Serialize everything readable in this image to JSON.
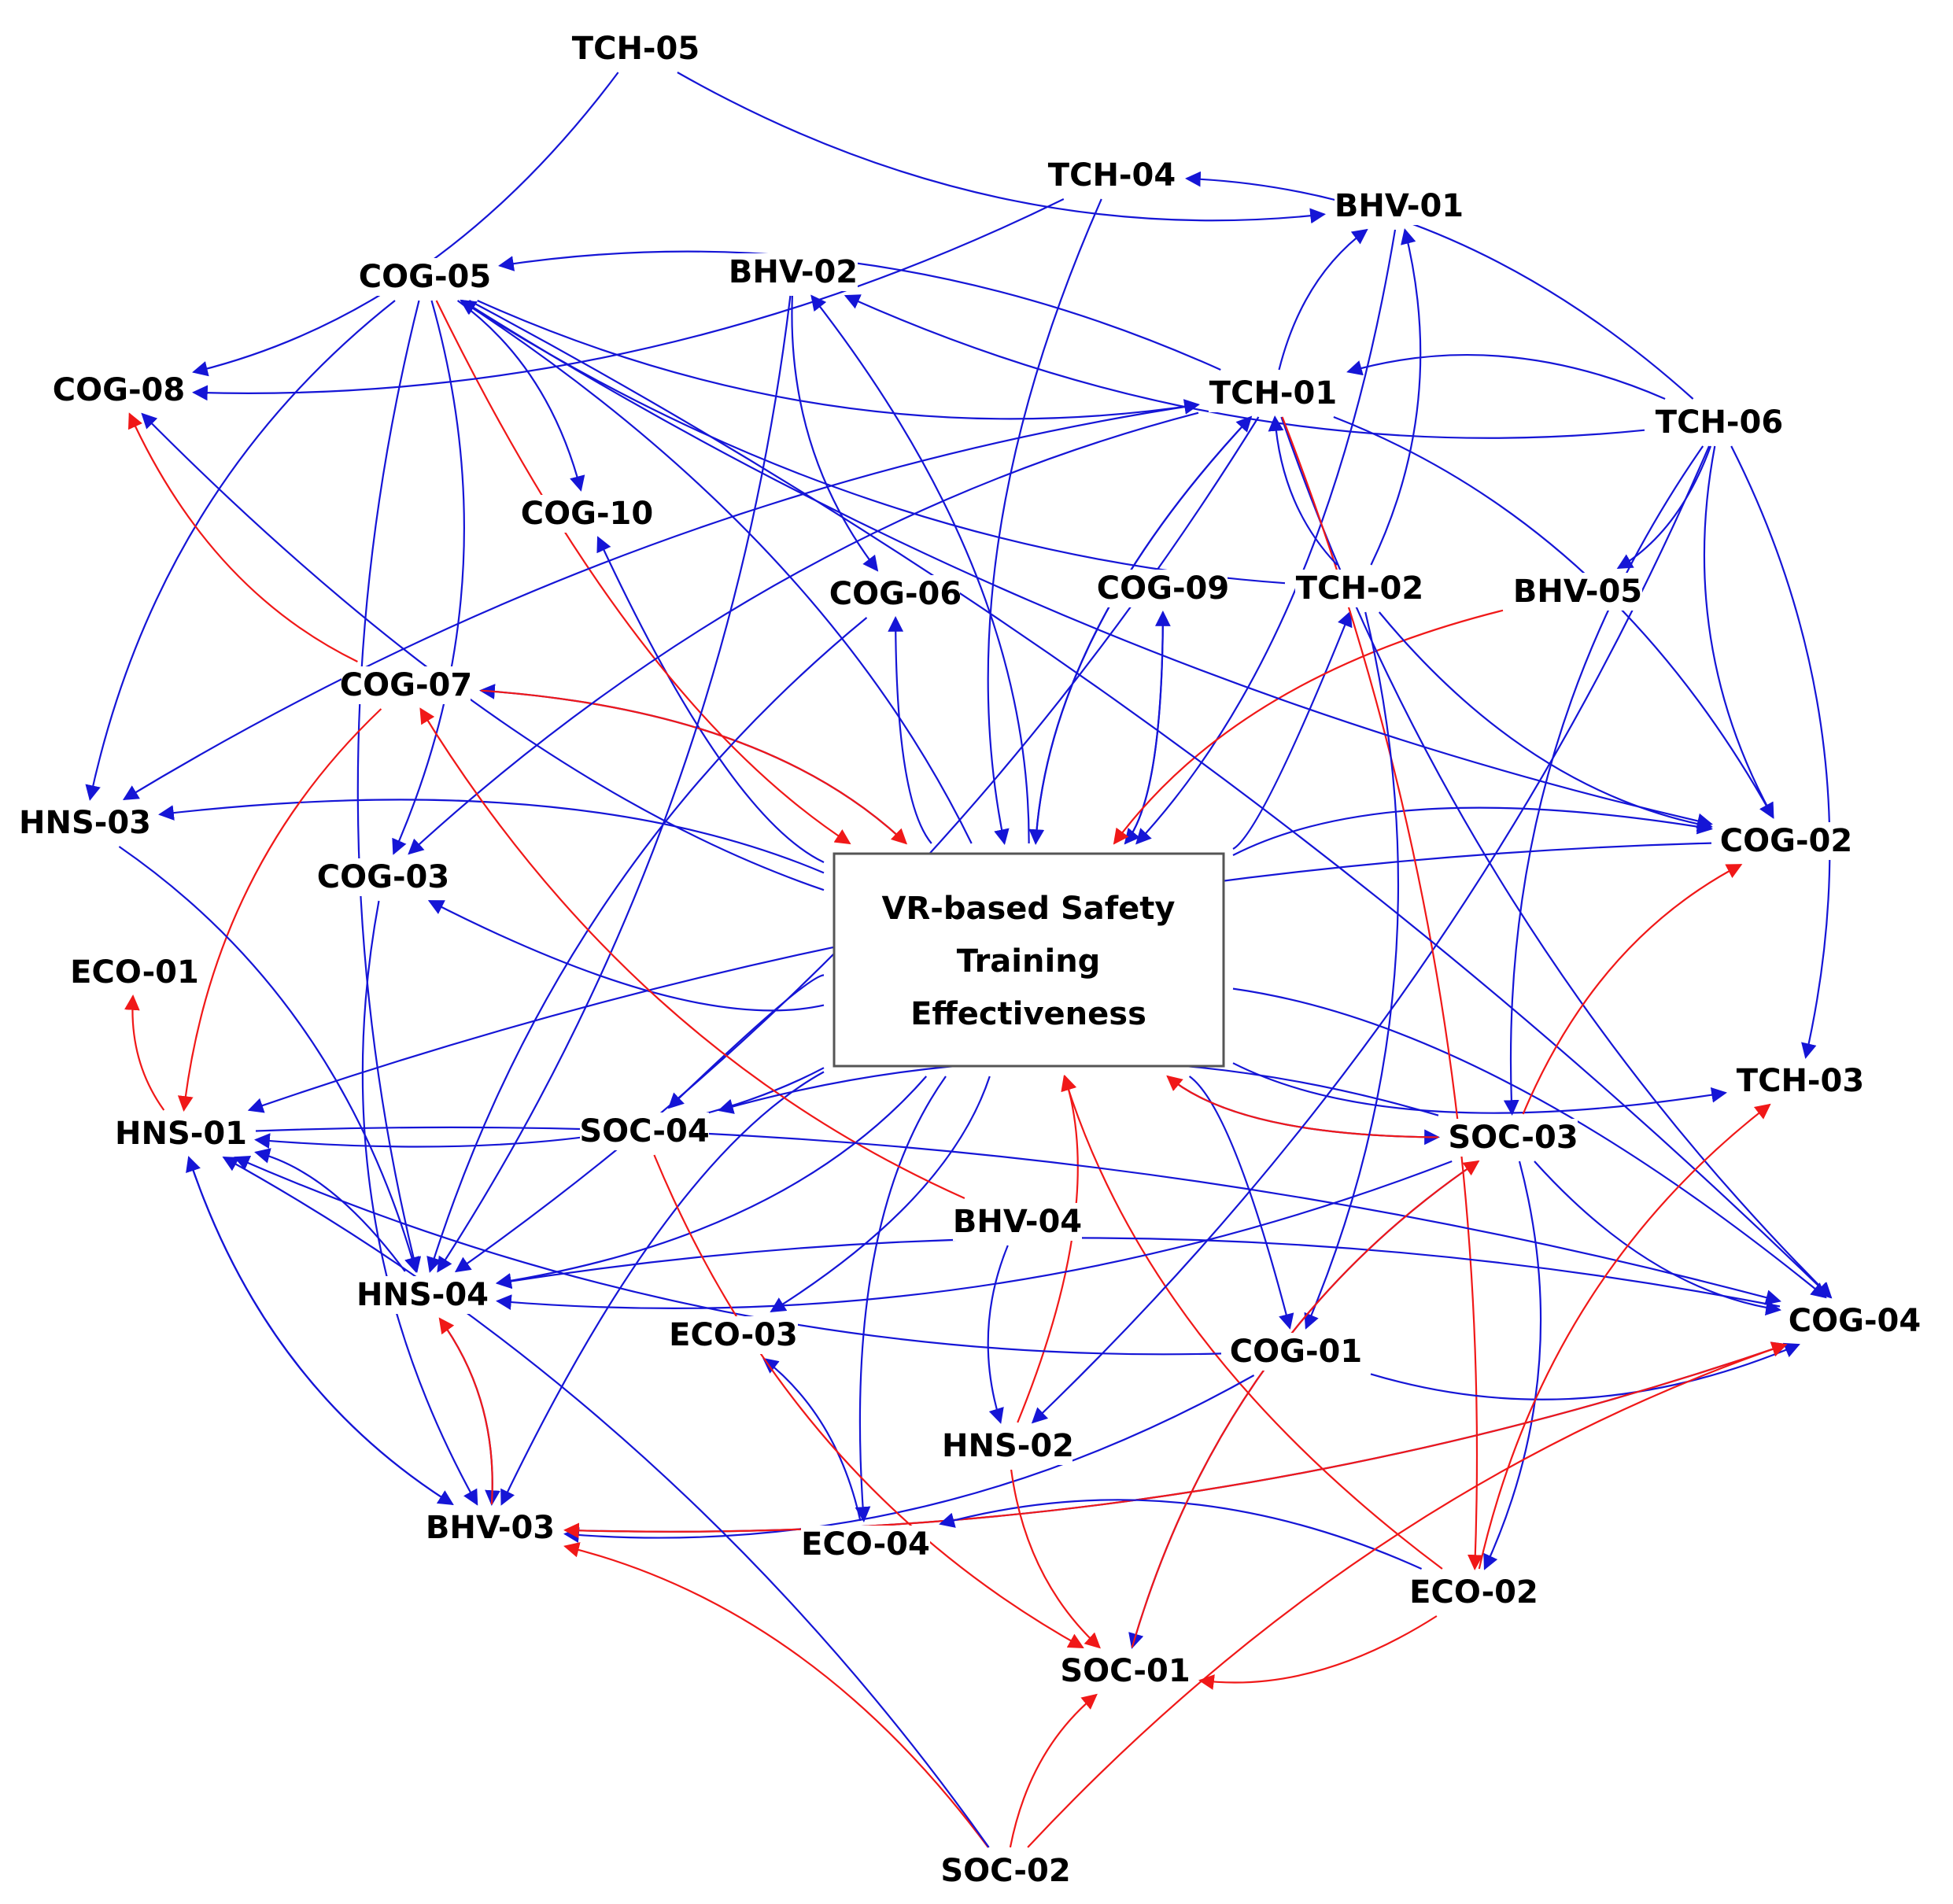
{
  "colors": {
    "positive": "#1515d6",
    "negative": "#f01818",
    "box_border": "#555555"
  },
  "center": {
    "lines": [
      "VR-based Safety",
      "Training",
      "Effectiveness"
    ]
  },
  "nodes": [
    {
      "id": "TCH-05",
      "label": "TCH-05"
    },
    {
      "id": "TCH-04",
      "label": "TCH-04"
    },
    {
      "id": "BHV-01",
      "label": "BHV-01"
    },
    {
      "id": "COG-05",
      "label": "COG-05"
    },
    {
      "id": "BHV-02",
      "label": "BHV-02"
    },
    {
      "id": "COG-08",
      "label": "COG-08"
    },
    {
      "id": "TCH-01",
      "label": "TCH-01"
    },
    {
      "id": "TCH-06",
      "label": "TCH-06"
    },
    {
      "id": "COG-10",
      "label": "COG-10"
    },
    {
      "id": "COG-06",
      "label": "COG-06"
    },
    {
      "id": "COG-09",
      "label": "COG-09"
    },
    {
      "id": "TCH-02",
      "label": "TCH-02"
    },
    {
      "id": "BHV-05",
      "label": "BHV-05"
    },
    {
      "id": "COG-07",
      "label": "COG-07"
    },
    {
      "id": "HNS-03",
      "label": "HNS-03"
    },
    {
      "id": "COG-03",
      "label": "COG-03"
    },
    {
      "id": "COG-02",
      "label": "COG-02"
    },
    {
      "id": "ECO-01",
      "label": "ECO-01"
    },
    {
      "id": "TCH-03",
      "label": "TCH-03"
    },
    {
      "id": "HNS-01",
      "label": "HNS-01"
    },
    {
      "id": "SOC-04",
      "label": "SOC-04"
    },
    {
      "id": "SOC-03",
      "label": "SOC-03"
    },
    {
      "id": "BHV-04",
      "label": "BHV-04"
    },
    {
      "id": "HNS-04",
      "label": "HNS-04"
    },
    {
      "id": "COG-04",
      "label": "COG-04"
    },
    {
      "id": "ECO-03",
      "label": "ECO-03"
    },
    {
      "id": "COG-01",
      "label": "COG-01"
    },
    {
      "id": "HNS-02",
      "label": "HNS-02"
    },
    {
      "id": "BHV-03",
      "label": "BHV-03"
    },
    {
      "id": "ECO-04",
      "label": "ECO-04"
    },
    {
      "id": "ECO-02",
      "label": "ECO-02"
    },
    {
      "id": "SOC-01",
      "label": "SOC-01"
    },
    {
      "id": "SOC-02",
      "label": "SOC-02"
    }
  ],
  "edges": [
    {
      "from": "CENTER",
      "to": "HNS-03",
      "polarity": "positive"
    },
    {
      "from": "CENTER",
      "to": "COG-03",
      "polarity": "positive"
    },
    {
      "from": "CENTER",
      "to": "COG-07",
      "polarity": "positive"
    },
    {
      "from": "CENTER",
      "to": "COG-08",
      "polarity": "positive"
    },
    {
      "from": "CENTER",
      "to": "COG-05",
      "polarity": "positive"
    },
    {
      "from": "CENTER",
      "to": "COG-10",
      "polarity": "positive"
    },
    {
      "from": "CENTER",
      "to": "BHV-02",
      "polarity": "positive"
    },
    {
      "from": "CENTER",
      "to": "COG-06",
      "polarity": "positive"
    },
    {
      "from": "CENTER",
      "to": "COG-09",
      "polarity": "positive"
    },
    {
      "from": "CENTER",
      "to": "TCH-01",
      "polarity": "positive"
    },
    {
      "from": "CENTER",
      "to": "TCH-02",
      "polarity": "positive"
    },
    {
      "from": "CENTER",
      "to": "COG-02",
      "polarity": "positive"
    },
    {
      "from": "CENTER",
      "to": "TCH-03",
      "polarity": "positive"
    },
    {
      "from": "CENTER",
      "to": "COG-04",
      "polarity": "positive"
    },
    {
      "from": "CENTER",
      "to": "SOC-03",
      "polarity": "positive"
    },
    {
      "from": "CENTER",
      "to": "COG-01",
      "polarity": "positive"
    },
    {
      "from": "CENTER",
      "to": "ECO-04",
      "polarity": "positive"
    },
    {
      "from": "CENTER",
      "to": "ECO-03",
      "polarity": "positive"
    },
    {
      "from": "CENTER",
      "to": "SOC-04",
      "polarity": "positive"
    },
    {
      "from": "CENTER",
      "to": "HNS-04",
      "polarity": "positive"
    },
    {
      "from": "CENTER",
      "to": "BHV-03",
      "polarity": "positive"
    },
    {
      "from": "CENTER",
      "to": "HNS-01",
      "polarity": "positive"
    },
    {
      "from": "TCH-04",
      "to": "CENTER",
      "polarity": "positive"
    },
    {
      "from": "BHV-01",
      "to": "CENTER",
      "polarity": "positive"
    },
    {
      "from": "TCH-01",
      "to": "CENTER",
      "polarity": "positive"
    },
    {
      "from": "COG-09",
      "to": "CENTER",
      "polarity": "positive"
    },
    {
      "from": "COG-05",
      "to": "CENTER",
      "polarity": "negative"
    },
    {
      "from": "COG-07",
      "to": "CENTER",
      "polarity": "negative"
    },
    {
      "from": "BHV-05",
      "to": "CENTER",
      "polarity": "negative"
    },
    {
      "from": "SOC-03",
      "to": "CENTER",
      "polarity": "negative"
    },
    {
      "from": "HNS-02",
      "to": "CENTER",
      "polarity": "negative"
    },
    {
      "from": "ECO-02",
      "to": "CENTER",
      "polarity": "negative"
    },
    {
      "from": "COG-02",
      "to": "HNS-01",
      "polarity": "positive"
    },
    {
      "from": "TCH-05",
      "to": "COG-08",
      "polarity": "positive"
    },
    {
      "from": "TCH-05",
      "to": "BHV-01",
      "polarity": "positive"
    },
    {
      "from": "TCH-04",
      "to": "COG-08",
      "polarity": "positive"
    },
    {
      "from": "TCH-06",
      "to": "TCH-04",
      "polarity": "positive"
    },
    {
      "from": "TCH-06",
      "to": "BHV-02",
      "polarity": "positive"
    },
    {
      "from": "TCH-06",
      "to": "TCH-01",
      "polarity": "positive"
    },
    {
      "from": "TCH-06",
      "to": "BHV-05",
      "polarity": "positive"
    },
    {
      "from": "TCH-06",
      "to": "COG-02",
      "polarity": "positive"
    },
    {
      "from": "TCH-06",
      "to": "TCH-03",
      "polarity": "positive"
    },
    {
      "from": "TCH-06",
      "to": "SOC-03",
      "polarity": "positive"
    },
    {
      "from": "TCH-06",
      "to": "HNS-02",
      "polarity": "positive"
    },
    {
      "from": "TCH-01",
      "to": "COG-05",
      "polarity": "positive"
    },
    {
      "from": "TCH-01",
      "to": "BHV-01",
      "polarity": "positive"
    },
    {
      "from": "TCH-01",
      "to": "HNS-03",
      "polarity": "positive"
    },
    {
      "from": "TCH-01",
      "to": "HNS-04",
      "polarity": "positive"
    },
    {
      "from": "TCH-01",
      "to": "COG-03",
      "polarity": "positive"
    },
    {
      "from": "TCH-01",
      "to": "COG-02",
      "polarity": "positive"
    },
    {
      "from": "TCH-01",
      "to": "COG-04",
      "polarity": "positive"
    },
    {
      "from": "TCH-01",
      "to": "ECO-02",
      "polarity": "negative"
    },
    {
      "from": "COG-05",
      "to": "TCH-01",
      "polarity": "positive"
    },
    {
      "from": "COG-05",
      "to": "COG-10",
      "polarity": "positive"
    },
    {
      "from": "COG-05",
      "to": "HNS-03",
      "polarity": "positive"
    },
    {
      "from": "COG-05",
      "to": "COG-03",
      "polarity": "positive"
    },
    {
      "from": "COG-05",
      "to": "COG-02",
      "polarity": "positive"
    },
    {
      "from": "COG-05",
      "to": "COG-04",
      "polarity": "positive"
    },
    {
      "from": "COG-05",
      "to": "HNS-04",
      "polarity": "positive"
    },
    {
      "from": "TCH-02",
      "to": "COG-05",
      "polarity": "positive"
    },
    {
      "from": "TCH-02",
      "to": "BHV-01",
      "polarity": "positive"
    },
    {
      "from": "TCH-02",
      "to": "TCH-01",
      "polarity": "positive"
    },
    {
      "from": "TCH-02",
      "to": "COG-02",
      "polarity": "positive"
    },
    {
      "from": "TCH-02",
      "to": "COG-01",
      "polarity": "positive"
    },
    {
      "from": "BHV-02",
      "to": "COG-06",
      "polarity": "positive"
    },
    {
      "from": "BHV-02",
      "to": "HNS-04",
      "polarity": "positive"
    },
    {
      "from": "COG-06",
      "to": "HNS-04",
      "polarity": "positive"
    },
    {
      "from": "COG-07",
      "to": "COG-08",
      "polarity": "negative"
    },
    {
      "from": "COG-07",
      "to": "HNS-01",
      "polarity": "negative"
    },
    {
      "from": "BHV-04",
      "to": "COG-07",
      "polarity": "negative"
    },
    {
      "from": "BHV-04",
      "to": "HNS-02",
      "polarity": "positive"
    },
    {
      "from": "HNS-03",
      "to": "HNS-04",
      "polarity": "positive"
    },
    {
      "from": "COG-03",
      "to": "BHV-03",
      "polarity": "positive"
    },
    {
      "from": "HNS-01",
      "to": "ECO-01",
      "polarity": "negative"
    },
    {
      "from": "HNS-01",
      "to": "BHV-03",
      "polarity": "positive"
    },
    {
      "from": "HNS-01",
      "to": "COG-04",
      "polarity": "positive"
    },
    {
      "from": "HNS-04",
      "to": "HNS-01",
      "polarity": "positive"
    },
    {
      "from": "HNS-04",
      "to": "BHV-03",
      "polarity": "positive"
    },
    {
      "from": "BHV-03",
      "to": "HNS-04",
      "polarity": "negative"
    },
    {
      "from": "BHV-03",
      "to": "HNS-01",
      "polarity": "positive"
    },
    {
      "from": "BHV-03",
      "to": "COG-04",
      "polarity": "positive"
    },
    {
      "from": "SOC-03",
      "to": "HNS-04",
      "polarity": "positive"
    },
    {
      "from": "SOC-03",
      "to": "SOC-04",
      "polarity": "positive"
    },
    {
      "from": "SOC-03",
      "to": "COG-02",
      "polarity": "negative"
    },
    {
      "from": "SOC-03",
      "to": "COG-04",
      "polarity": "positive"
    },
    {
      "from": "SOC-03",
      "to": "ECO-02",
      "polarity": "positive"
    },
    {
      "from": "SOC-03",
      "to": "SOC-01",
      "polarity": "positive"
    },
    {
      "from": "COG-01",
      "to": "HNS-01",
      "polarity": "positive"
    },
    {
      "from": "COG-01",
      "to": "COG-04",
      "polarity": "positive"
    },
    {
      "from": "COG-01",
      "to": "BHV-03",
      "polarity": "positive"
    },
    {
      "from": "COG-04",
      "to": "HNS-04",
      "polarity": "positive"
    },
    {
      "from": "COG-04",
      "to": "BHV-03",
      "polarity": "negative"
    },
    {
      "from": "ECO-04",
      "to": "ECO-03",
      "polarity": "positive"
    },
    {
      "from": "ECO-02",
      "to": "SOC-01",
      "polarity": "negative"
    },
    {
      "from": "ECO-02",
      "to": "ECO-04",
      "polarity": "positive"
    },
    {
      "from": "ECO-02",
      "to": "TCH-03",
      "polarity": "negative"
    },
    {
      "from": "HNS-02",
      "to": "SOC-01",
      "polarity": "negative"
    },
    {
      "from": "SOC-01",
      "to": "SOC-03",
      "polarity": "negative"
    },
    {
      "from": "SOC-04",
      "to": "SOC-01",
      "polarity": "negative"
    },
    {
      "from": "SOC-02",
      "to": "SOC-01",
      "polarity": "negative"
    },
    {
      "from": "SOC-02",
      "to": "BHV-03",
      "polarity": "negative"
    },
    {
      "from": "SOC-02",
      "to": "COG-04",
      "polarity": "negative"
    },
    {
      "from": "SOC-02",
      "to": "HNS-01",
      "polarity": "positive"
    }
  ]
}
